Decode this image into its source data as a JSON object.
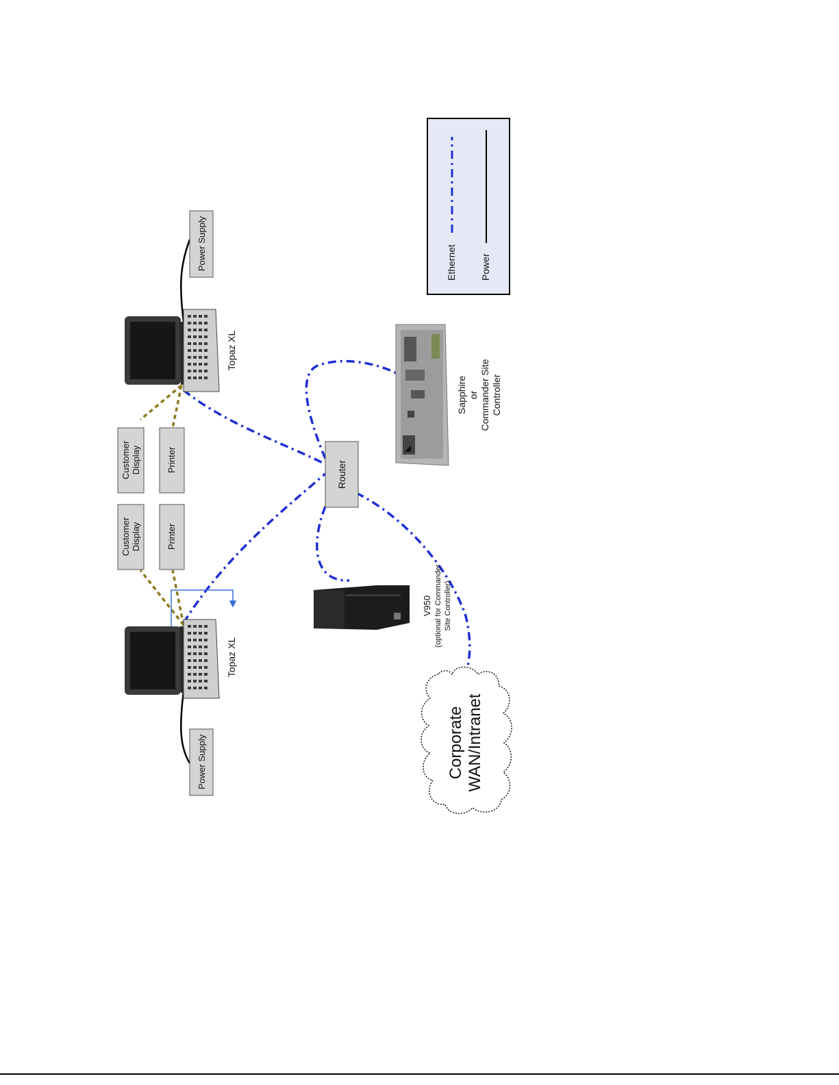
{
  "devices": {
    "power_supply_left": "Power Supply",
    "power_supply_right": "Power Supply",
    "topaz_left": "Topaz XL",
    "topaz_right": "Topaz XL",
    "customer_display_1": [
      "Customer",
      "Display"
    ],
    "customer_display_2": [
      "Customer",
      "Display"
    ],
    "printer_1": "Printer",
    "printer_2": "Printer",
    "router": "Router",
    "v950": [
      "V950",
      "(optional for Commander",
      "Site Controller)"
    ],
    "sapphire": [
      "Sapphire",
      "or",
      "Commander Site",
      "Controller"
    ],
    "cloud": [
      "Corporate",
      "WAN/Intranet"
    ]
  },
  "legend": {
    "ethernet": "Ethernet",
    "power": "Power"
  },
  "colors": {
    "ethernet": "#1f2fd6",
    "power": "#000000",
    "serial": "#8c7a1c",
    "box_fill": "#d4d4d4",
    "legend_fill": "#e6e9f5"
  }
}
